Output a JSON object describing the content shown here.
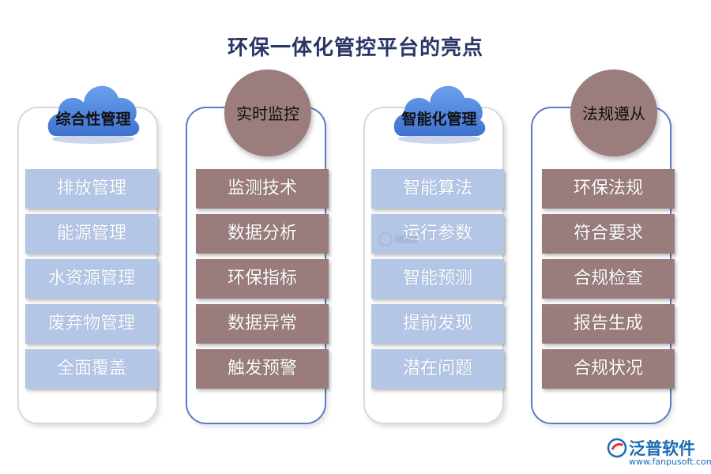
{
  "title": "环保一体化管控平台的亮点",
  "columns": [
    {
      "header": "综合性管理",
      "items": [
        "排放管理",
        "能源管理",
        "水资源管理",
        "废弃物管理",
        "全面覆盖"
      ]
    },
    {
      "header": "实时监控",
      "items": [
        "监测技术",
        "数据分析",
        "环保指标",
        "数据异常",
        "触发预警"
      ]
    },
    {
      "header": "智能化管理",
      "items": [
        "智能算法",
        "运行参数",
        "智能预测",
        "提前发现",
        "潜在问题"
      ]
    },
    {
      "header": "法规遵从",
      "items": [
        "环保法规",
        "符合要求",
        "合规检查",
        "报告生成",
        "合规状况"
      ]
    }
  ],
  "logo": {
    "name": "泛普软件",
    "url": "www.fanpusoft.com"
  },
  "colors": {
    "title": "#2a3566",
    "cloud_blue": "#5b8fe0",
    "circle_brown": "#9b7d7d",
    "item_light": "#b4c6e6",
    "item_dark": "#9a7c7c",
    "panel_blue_border": "#5a7cc4"
  }
}
